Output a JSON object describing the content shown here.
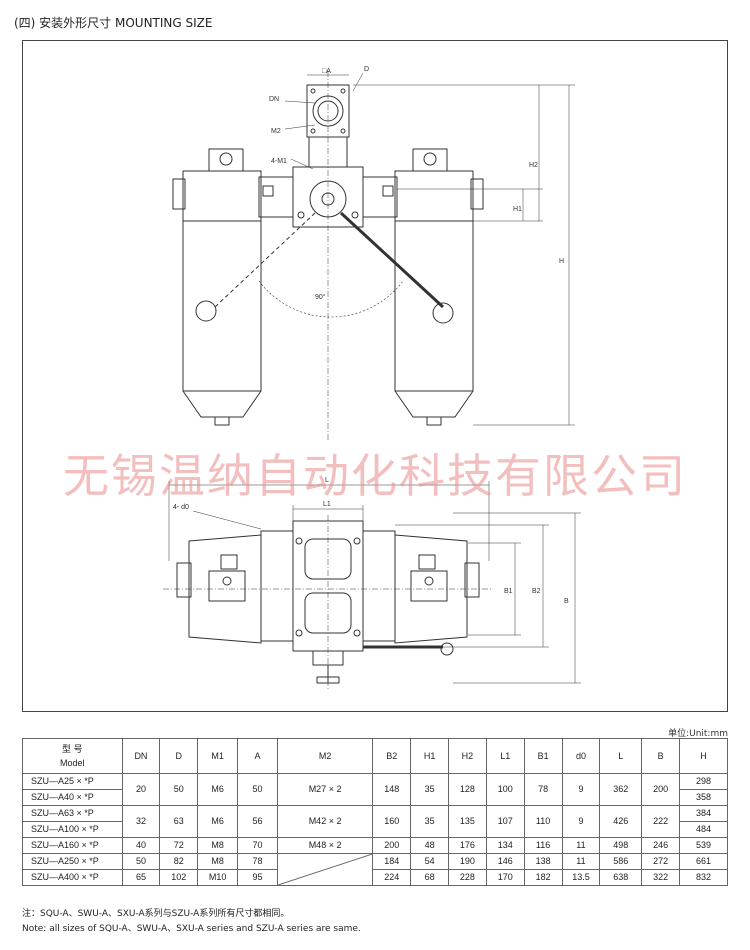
{
  "section_title": "(四) 安装外形尺寸 MOUNTING SIZE",
  "watermark": "无锡温纳自动化科技有限公司",
  "unit_label": "单位:Unit:mm",
  "drawing_labels": {
    "top_a": "□A",
    "d": "D",
    "dn": "DN",
    "m2": "M2",
    "m1": "4-M1",
    "h": "H",
    "h1": "H1",
    "h2": "H2",
    "angle": "90°",
    "l": "L",
    "l1": "L1",
    "d0": "4- d0",
    "b": "B",
    "b1": "B1",
    "b2": "B2"
  },
  "table": {
    "model_header": "型 号",
    "model_header_en": "Model",
    "headers": [
      "DN",
      "D",
      "M1",
      "A",
      "M2",
      "B2",
      "H1",
      "H2",
      "L1",
      "B1",
      "d0",
      "L",
      "B",
      "H"
    ],
    "rows": [
      {
        "model": "SZU—A25 × *P",
        "H": "298"
      },
      {
        "model": "SZU—A40 × *P",
        "H": "358"
      },
      {
        "model": "SZU—A63 × *P",
        "H": "384"
      },
      {
        "model": "SZU—A100 × *P",
        "H": "484"
      },
      {
        "model": "SZU—A160 × *P",
        "H": "539"
      },
      {
        "model": "SZU—A250 × *P",
        "H": "661"
      },
      {
        "model": "SZU—A400 × *P",
        "H": "832"
      }
    ],
    "group1": {
      "DN": "20",
      "D": "50",
      "M1": "M6",
      "A": "50",
      "M2": "M27 × 2",
      "B2": "148",
      "H1": "35",
      "H2": "128",
      "L1": "100",
      "B1": "78",
      "d0": "9",
      "L": "362",
      "B": "200"
    },
    "group2": {
      "DN": "32",
      "D": "63",
      "M1": "M6",
      "A": "56",
      "M2": "M42 × 2",
      "B2": "160",
      "H1": "35",
      "H2": "135",
      "L1": "107",
      "B1": "110",
      "d0": "9",
      "L": "426",
      "B": "222"
    },
    "row160": {
      "DN": "40",
      "D": "72",
      "M1": "M8",
      "A": "70",
      "M2": "M48 × 2",
      "B2": "200",
      "H1": "48",
      "H2": "176",
      "L1": "134",
      "B1": "116",
      "d0": "11",
      "L": "498",
      "B": "246"
    },
    "row250": {
      "DN": "50",
      "D": "82",
      "M1": "M8",
      "A": "78",
      "B2": "184",
      "H1": "54",
      "H2": "190",
      "L1": "146",
      "B1": "138",
      "d0": "11",
      "L": "586",
      "B": "272"
    },
    "row400": {
      "DN": "65",
      "D": "102",
      "M1": "M10",
      "A": "95",
      "B2": "224",
      "H1": "68",
      "H2": "228",
      "L1": "170",
      "B1": "182",
      "d0": "13.5",
      "L": "638",
      "B": "322"
    }
  },
  "notes": {
    "cn": "注：SQU-A、SWU-A、SXU-A系列与SZU-A系列所有尺寸都相同。",
    "en": "Note: all sizes of SQU-A、SWU-A、SXU-A series and SZU-A series are same."
  }
}
